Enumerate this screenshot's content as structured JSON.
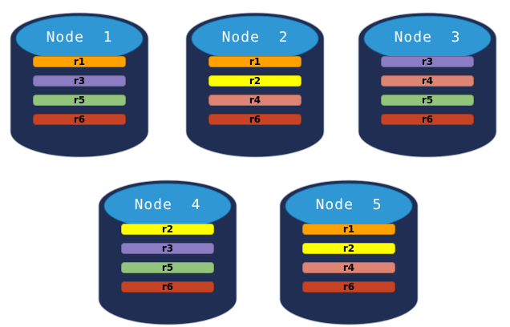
{
  "colors": {
    "background": "#FFFFFF",
    "cylinder_body": "#1F2E52",
    "cylinder_top": "#2E97D4",
    "cylinder_top_edge": "#1A6CA3",
    "title_text": "#FFFFFF",
    "bar_text": "#000000",
    "replica_colors": {
      "r1": "#FFA200",
      "r2": "#FFFF00",
      "r3": "#8C7CC4",
      "r4": "#DD8474",
      "r5": "#93C47D",
      "r6": "#C74325"
    }
  },
  "nodes": [
    {
      "label": "Node  1",
      "replicas": [
        "r1",
        "r3",
        "r5",
        "r6"
      ]
    },
    {
      "label": "Node  2",
      "replicas": [
        "r1",
        "r2",
        "r4",
        "r6"
      ]
    },
    {
      "label": "Node  3",
      "replicas": [
        "r3",
        "r4",
        "r5",
        "r6"
      ]
    },
    {
      "label": "Node  4",
      "replicas": [
        "r2",
        "r3",
        "r5",
        "r6"
      ]
    },
    {
      "label": "Node  5",
      "replicas": [
        "r1",
        "r2",
        "r4",
        "r6"
      ]
    }
  ]
}
